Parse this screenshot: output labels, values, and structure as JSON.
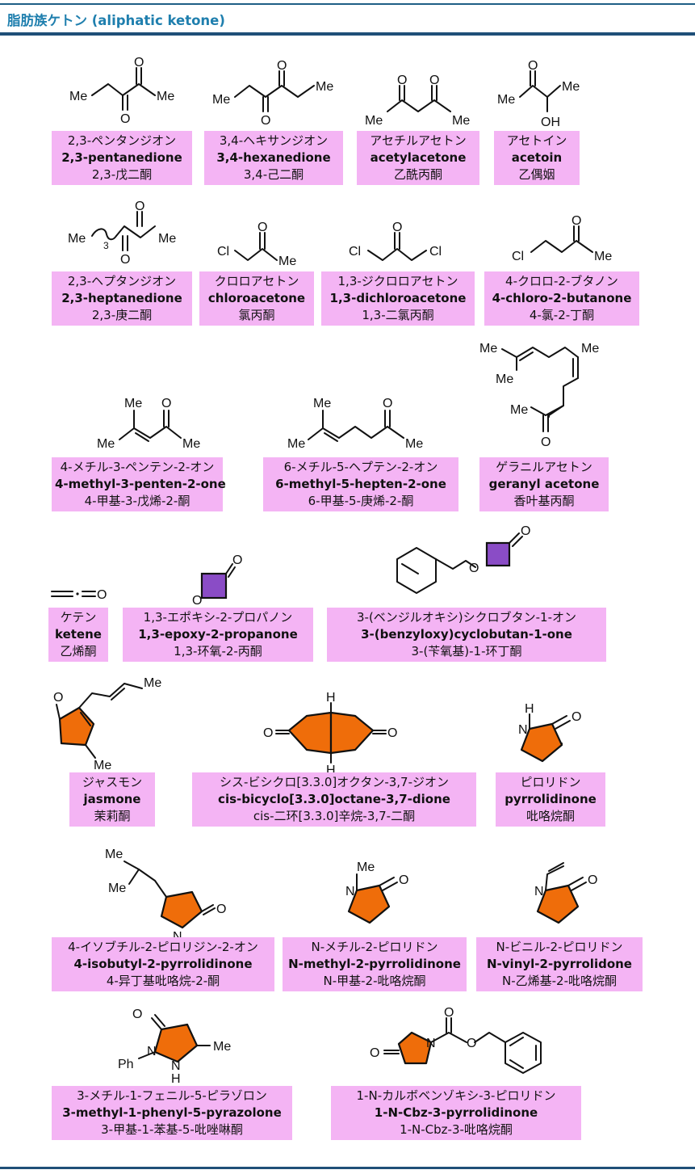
{
  "title": "脂肪族ケトン (aliphatic ketone)",
  "colors": {
    "header_text": "#1f7fae",
    "header_line": "#1f4f78",
    "label_bg": "#f4b4f4",
    "ring_orange": "#ef6d0a",
    "ring_purple": "#8a4cc6"
  },
  "atoms": {
    "me": "Me",
    "o": "O",
    "oh": "OH",
    "cl": "Cl",
    "h": "H",
    "n": "N",
    "ph": "Ph",
    "sub3": "3"
  },
  "compounds": [
    {
      "ja": "2,3-ペンタンジオン",
      "en": "2,3-pentanedione",
      "zh": "2,3-戊二酮"
    },
    {
      "ja": "3,4-ヘキサンジオン",
      "en": "3,4-hexanedione",
      "zh": "3,4-己二酮"
    },
    {
      "ja": "アセチルアセトン",
      "en": "acetylacetone",
      "zh": "乙酰丙酮"
    },
    {
      "ja": "アセトイン",
      "en": "acetoin",
      "zh": "乙偶姻"
    },
    {
      "ja": "2,3-ヘプタンジオン",
      "en": "2,3-heptanedione",
      "zh": "2,3-庚二酮"
    },
    {
      "ja": "クロロアセトン",
      "en": "chloroacetone",
      "zh": "氯丙酮"
    },
    {
      "ja": "1,3-ジクロロアセトン",
      "en": "1,3-dichloroacetone",
      "zh": "1,3-二氯丙酮"
    },
    {
      "ja": "4-クロロ-2-ブタノン",
      "en": "4-chloro-2-butanone",
      "zh": "4-氯-2-丁酮"
    },
    {
      "ja": "4-メチル-3-ペンテン-2-オン",
      "en": "4-methyl-3-penten-2-one",
      "zh": "4-甲基-3-戊烯-2-酮"
    },
    {
      "ja": "6-メチル-5-ヘプテン-2-オン",
      "en": "6-methyl-5-hepten-2-one",
      "zh": "6-甲基-5-庚烯-2-酮"
    },
    {
      "ja": "ゲラニルアセトン",
      "en": "geranyl acetone",
      "zh": "香叶基丙酮"
    },
    {
      "ja": "ケテン",
      "en": "ketene",
      "zh": "乙烯酮"
    },
    {
      "ja": "1,3-エポキシ-2-プロパノン",
      "en": "1,3-epoxy-2-propanone",
      "zh": "1,3-环氧-2-丙酮"
    },
    {
      "ja": "3-(ベンジルオキシ)シクロブタン-1-オン",
      "en": "3-(benzyloxy)cyclobutan-1-one",
      "zh": "3-(苄氧基)-1-环丁酮"
    },
    {
      "ja": "ジャスモン",
      "en": "jasmone",
      "zh": "茉莉酮"
    },
    {
      "ja": "シス-ビシクロ[3.3.0]オクタン-3,7-ジオン",
      "en": "cis-bicyclo[3.3.0]octane-3,7-dione",
      "zh": "cis-二环[3.3.0]辛烷-3,7-二酮"
    },
    {
      "ja": "ピロリドン",
      "en": "pyrrolidinone",
      "zh": "吡咯烷酮"
    },
    {
      "ja": "4-イソブチル-2-ピロリジン-2-オン",
      "en": "4-isobutyl-2-pyrrolidinone",
      "zh": "4-异丁基吡咯烷-2-酮"
    },
    {
      "ja": "N-メチル-2-ピロリドン",
      "en": "N-methyl-2-pyrrolidinone",
      "zh": "N-甲基-2-吡咯烷酮"
    },
    {
      "ja": "N-ビニル-2-ピロリドン",
      "en": "N-vinyl-2-pyrrolidone",
      "zh": "N-乙烯基-2-吡咯烷酮"
    },
    {
      "ja": "3-メチル-1-フェニル-5-ピラゾロン",
      "en": "3-methyl-1-phenyl-5-pyrazolone",
      "zh": "3-甲基-1-苯基-5-吡唑啉酮"
    },
    {
      "ja": "1-N-カルボベンゾキシ-3-ピロリドン",
      "en": "1-N-Cbz-3-pyrrolidinone",
      "zh": "1-N-Cbz-3-吡咯烷酮"
    }
  ]
}
